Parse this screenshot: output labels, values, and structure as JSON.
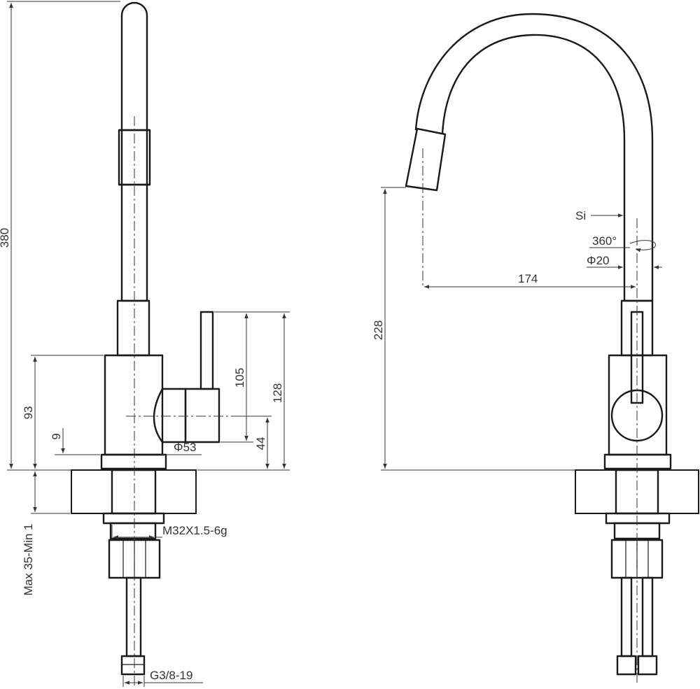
{
  "left_view": {
    "dim_total_height": "380",
    "dim_body_height": "93",
    "dim_base_gap": "9",
    "dim_handle_height": "105",
    "dim_handle_total": "128",
    "dim_handle_base": "44",
    "dim_base_diameter": "Φ53",
    "dim_thread": "M32X1.5-6g",
    "dim_counter_thickness": "Max 35-Min 1",
    "dim_hose_thread": "G3/8-19"
  },
  "right_view": {
    "dim_spout_height": "228",
    "dim_reach": "174",
    "label_material": "Si",
    "dim_rotation": "360°",
    "dim_spout_diameter": "Φ20"
  }
}
